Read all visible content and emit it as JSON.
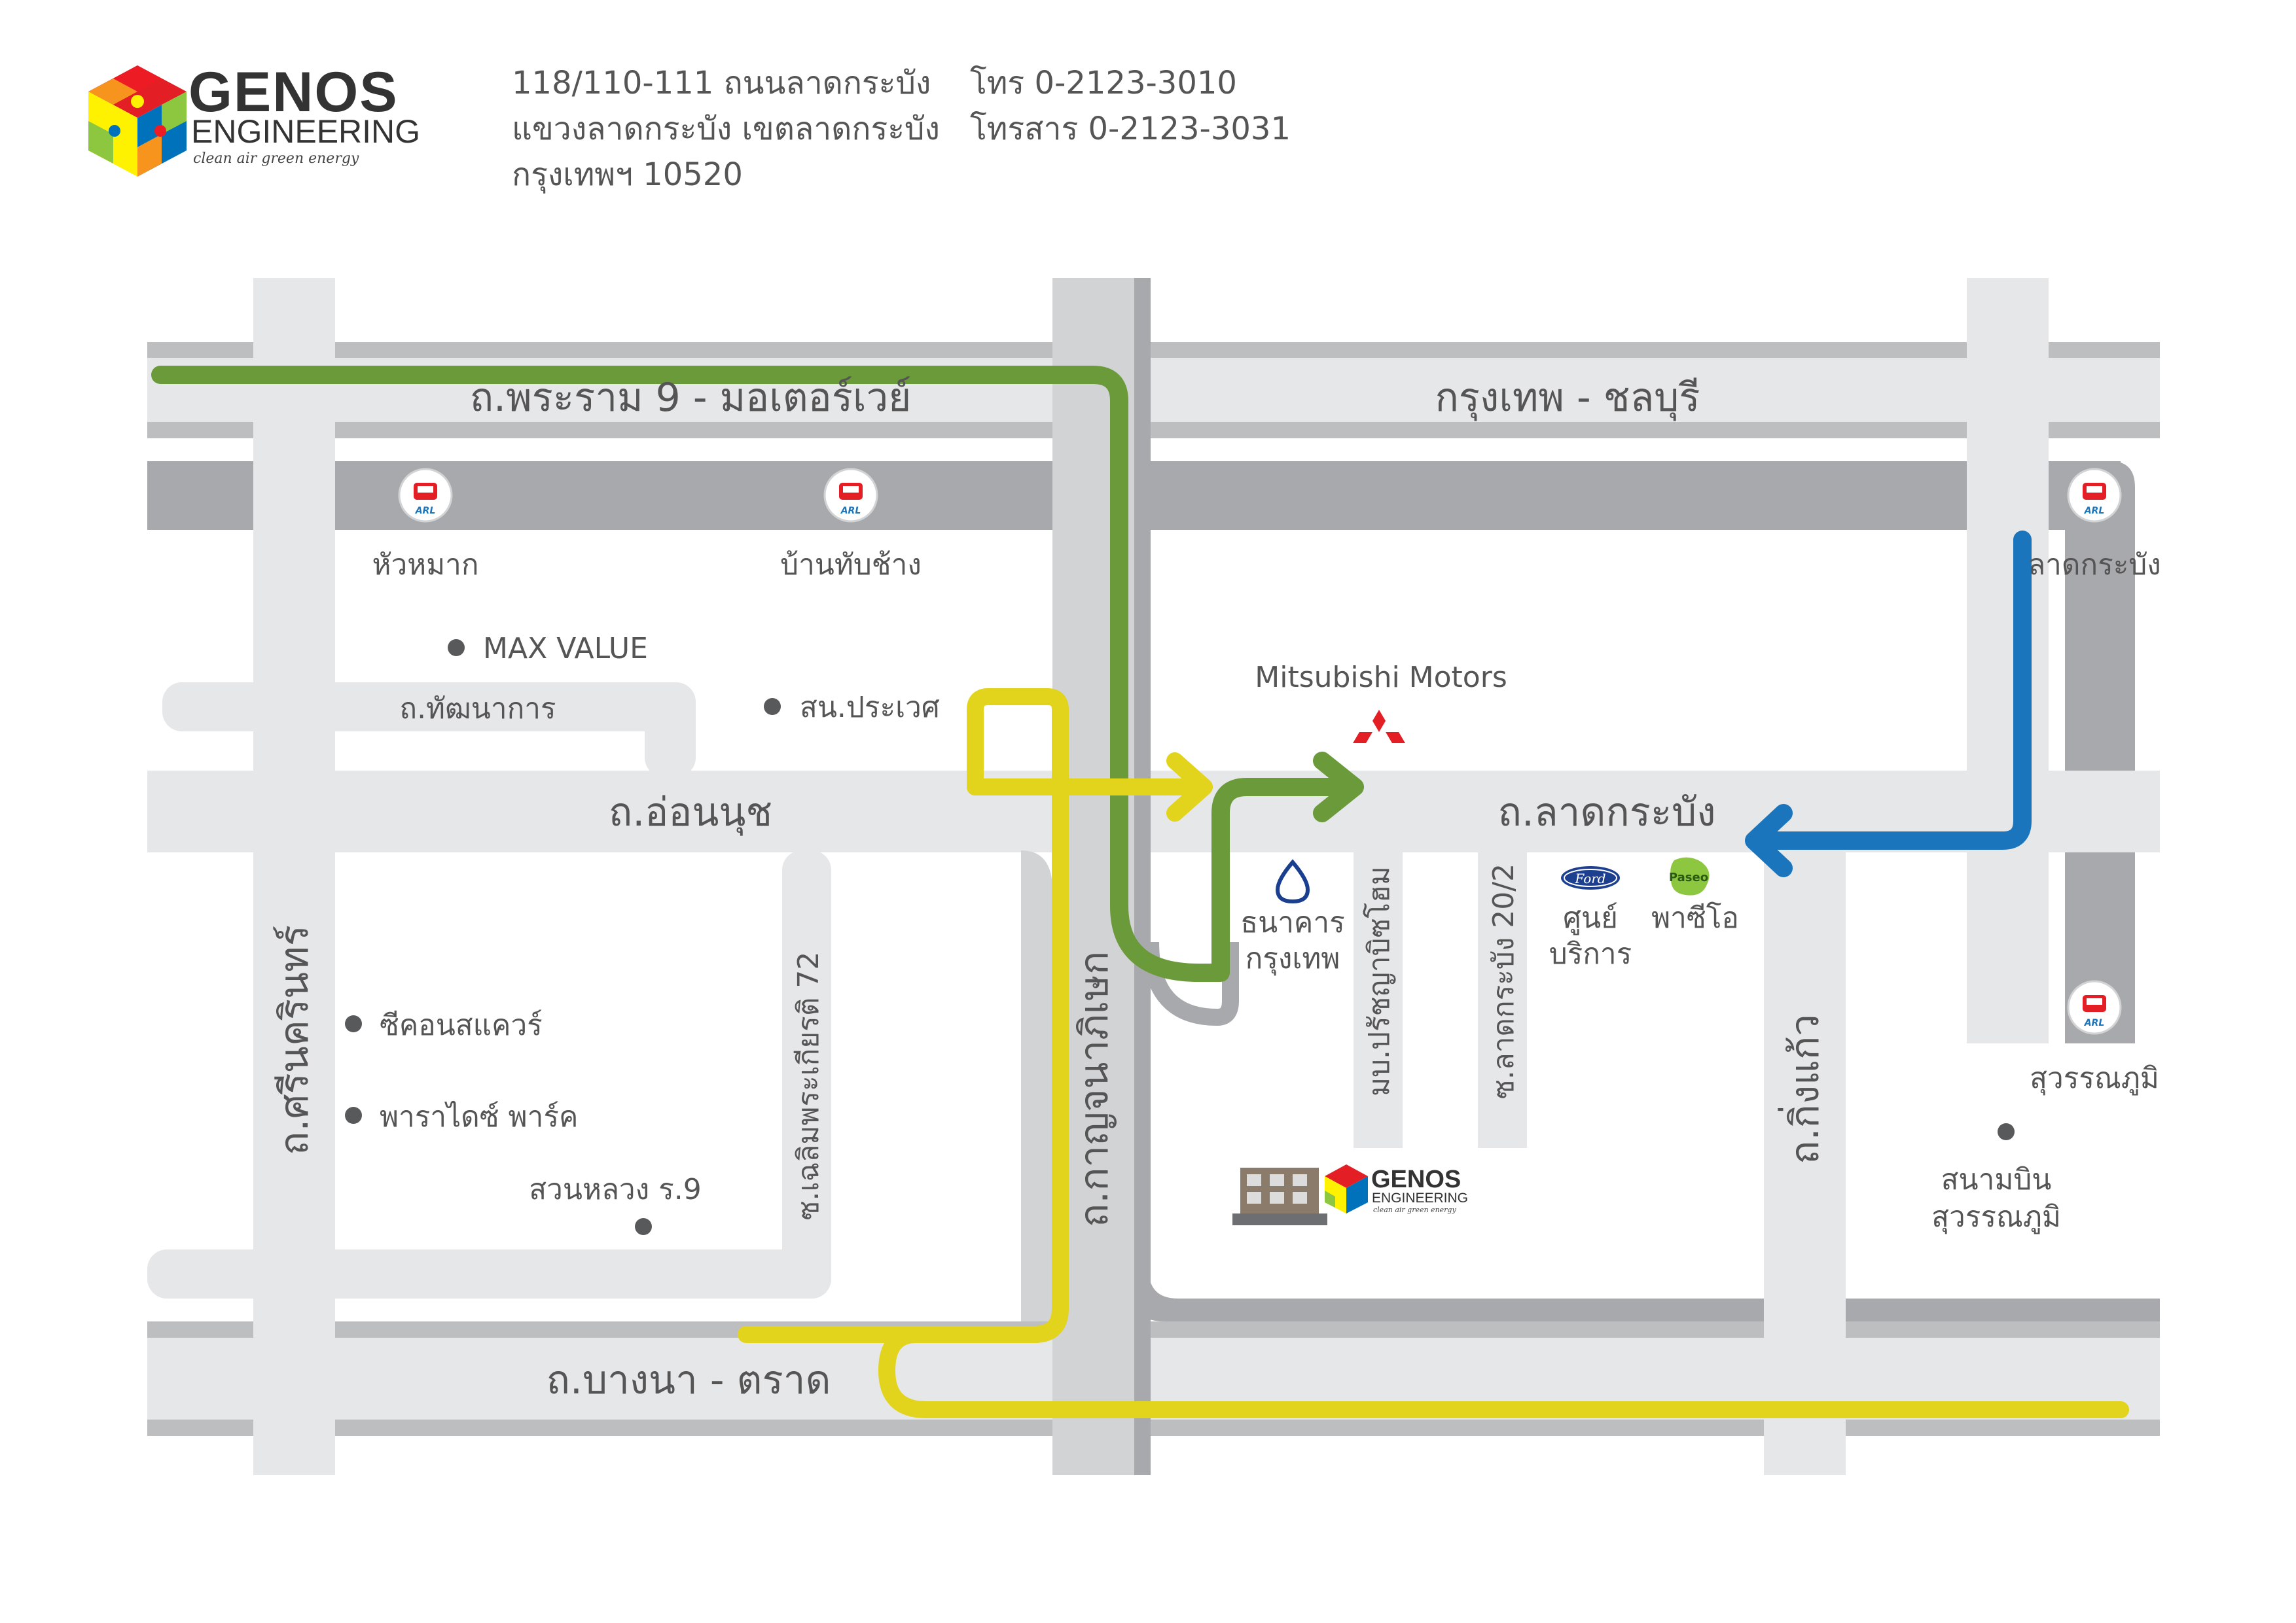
{
  "company": {
    "name_top": "GENOS",
    "name_bottom": "ENGINEERING",
    "tagline": "clean air green energy",
    "address_lines": [
      "118/110-111 ถนนลาดกระบัง",
      "แขวงลาดกระบัง เขตลาดกระบัง",
      "กรุงเทพฯ 10520"
    ],
    "phone": "โทร 0-2123-3010",
    "fax": "โทรสาร 0-2123-3031"
  },
  "roads": {
    "rama9": "ถ.พระราม 9 - มอเตอร์เวย์",
    "bkk_chonburi": "กรุงเทพ - ชลบุรี",
    "onnut": "ถ.อ่อนนุช",
    "latkrabang": "ถ.ลาดกระบัง",
    "tatanakan": "ถ.ทัฒนาการ",
    "srinakarin": "ถ.ศรีนครินทร์",
    "chalerm72": "ซ.เฉลิมพระเกียรติ 72",
    "kanchanaphisek": "ถ.กาญจนาภิเษก",
    "pradcha": "มบ.ปรัชญาบิซโฮม",
    "soi202": "ซ.ลาดกระบัง 20/2",
    "kingkaew": "ถ.กิ่งแก้ว",
    "bangna": "ถ.บางนา - ตราด"
  },
  "stations": {
    "badge": "ARL",
    "huamak": "หัวหมาก",
    "bantabchang": "บ้านทับช้าง",
    "latkrabang": "ลาดกระบัง",
    "suvarnabhumi": "สุวรรณภูมิ"
  },
  "pois": {
    "maxvalue": "MAX VALUE",
    "prawet": "สน.ประเวศ",
    "seacon": "ซีคอนสแควร์",
    "paradise": "พาราไดซ์ พาร์ค",
    "suanluang": "สวนหลวง ร.9",
    "mitsubishi": "Mitsubishi Motors",
    "bank_line1": "ธนาคาร",
    "bank_line2": "กรุงเทพ",
    "ford_badge": "Ford",
    "ford_line1": "ศูนย์",
    "ford_line2": "บริการ",
    "paseo_badge": "Paseo",
    "paseo": "พาซีโอ",
    "airport_line1": "สนามบิน",
    "airport_line2": "สุวรรณภูมิ"
  },
  "colors": {
    "road_light": "#e6e7e8",
    "road_dark": "#bcbec0",
    "rail": "#a7a9ac",
    "route_green": "#6a9a3a",
    "route_yellow": "#e2d31c",
    "route_blue": "#1b75bc",
    "text": "#555555",
    "mitsubishi_red": "#e31e24",
    "ford_blue": "#1d3f8f",
    "paseo_green": "#8dc63f",
    "bank_blue": "#1b3f8f"
  },
  "icons": {
    "station": "airport-rail-link-icon",
    "poi": "poi-dot-icon",
    "bank": "bangkok-bank-icon",
    "mitsubishi": "mitsubishi-logo-icon",
    "ford": "ford-logo-icon",
    "paseo": "paseo-logo-icon",
    "office": "office-building-icon",
    "logo": "genos-cube-logo-icon"
  }
}
